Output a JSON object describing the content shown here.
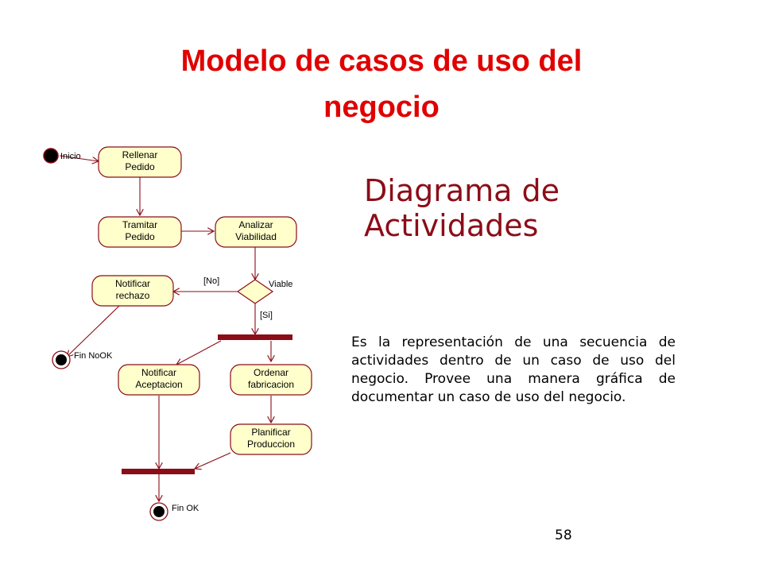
{
  "slide": {
    "title_line1": "Modelo de casos de uso del",
    "title_line2": "negocio",
    "subtitle_line1": "Diagrama de",
    "subtitle_line2": "Actividades",
    "description": "Es la representación de una secuencia de actividades dentro de un caso de uso del negocio. Provee una manera gráfica de documentar un caso de uso del negocio.",
    "page_number": "58"
  },
  "diagram": {
    "activities": {
      "rellenar_pedido": [
        "Rellenar",
        "Pedido"
      ],
      "tramitar_pedido": [
        "Tramitar",
        "Pedido"
      ],
      "analizar_viabilidad": [
        "Analizar",
        "Viabilidad"
      ],
      "notificar_rechazo": [
        "Notificar",
        "rechazo"
      ],
      "notificar_aceptacion": [
        "Notificar",
        "Aceptacion"
      ],
      "ordenar_fabricacion": [
        "Ordenar",
        "fabricacion"
      ],
      "planificar_produccion": [
        "Planificar",
        "Produccion"
      ]
    },
    "labels": {
      "inicio": "Inicio",
      "viable": "Viable",
      "guard_no": "[No]",
      "guard_si": "[Si]",
      "fin_nook": "Fin NoOK",
      "fin_ok": "Fin OK"
    },
    "colors": {
      "activity_fill": "#ffffcc",
      "activity_stroke": "#8b0d18",
      "bar_fill": "#8b0d18",
      "title_color": "#e00000",
      "subtitle_color": "#8b0d18"
    }
  }
}
